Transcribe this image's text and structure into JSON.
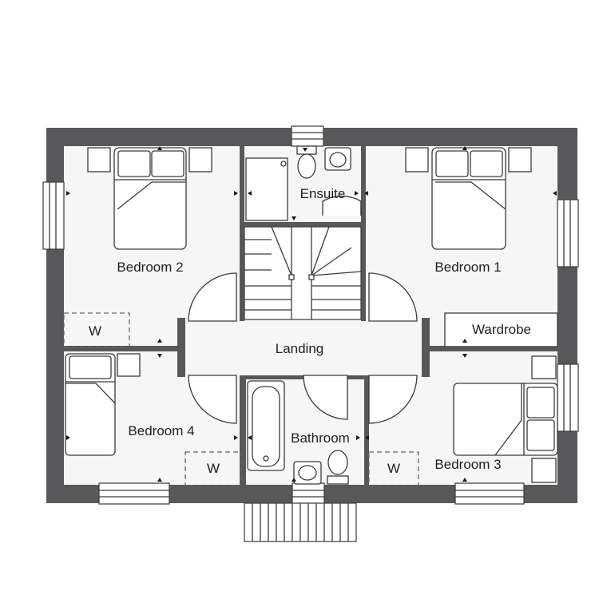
{
  "rooms": {
    "bedroom1": "Bedroom 1",
    "bedroom2": "Bedroom 2",
    "bedroom3": "Bedroom 3",
    "bedroom4": "Bedroom 4",
    "ensuite": "Ensuite",
    "landing": "Landing",
    "bathroom": "Bathroom"
  },
  "storage": {
    "wardrobe": "Wardrobe",
    "w_bed2": "W",
    "w_bed4": "W",
    "w_bed3": "W"
  },
  "colors": {
    "wall": "#58585a",
    "floor": "#f6f6f6",
    "line": "#3a3a3a"
  }
}
